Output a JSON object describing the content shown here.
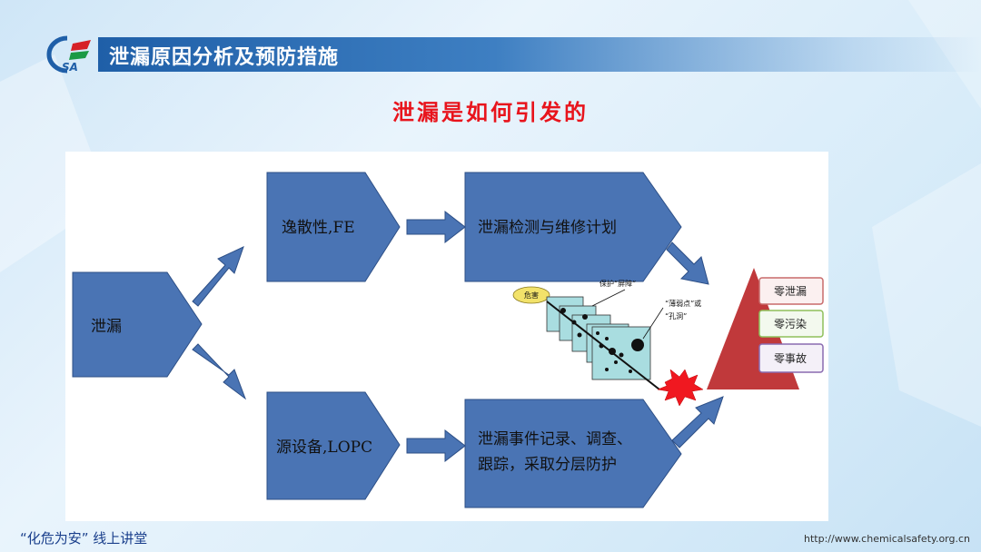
{
  "header": {
    "title": "泄漏原因分析及预防措施",
    "logo_text": "SA"
  },
  "subtitle": "泄漏是如何引发的",
  "diagram": {
    "start": "泄漏",
    "fe": "逸散性,FE",
    "lopc": "源设备,LOPC",
    "ldar": "泄漏检测与维修计划",
    "incident_line1": "泄漏事件记录、调查、",
    "incident_line2": "跟踪，采取分层防护",
    "hazard_oval": "危害",
    "barrier_label": "保护“屏障”",
    "weak_label_1": "“薄弱点”或",
    "weak_label_2": "“孔洞”",
    "goals": [
      "零泄漏",
      "零污染",
      "零事故"
    ]
  },
  "colors": {
    "box_fill": "#4a74b4",
    "box_stroke": "#2d4f86",
    "subtitle": "#e8141c",
    "triangle": "#c0393b",
    "header": "#1f5fa8"
  },
  "footer": {
    "left": "“化危为安” 线上讲堂",
    "right": "http://www.chemicalsafety.org.cn"
  }
}
